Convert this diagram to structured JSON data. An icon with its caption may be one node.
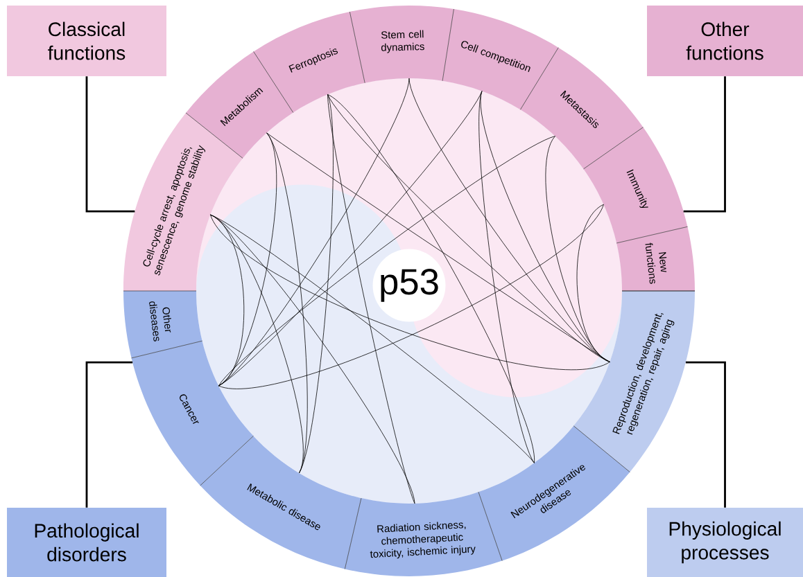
{
  "diagram": {
    "nodes": [
      {
        "text": [
          "Classical functions"
        ]
      },
      {
        "text": [
          "Other functions"
        ]
      },
      {
        "text": [
          "Cell-cycle arrest, apoptosis, senescence, genome stability"
        ]
      },
      {
        "text": [
          "Metabolism"
        ]
      },
      {
        "text": [
          "Ferroptosis"
        ]
      },
      {
        "text": [
          "Stem cell dynamics"
        ]
      },
      {
        "text": [
          "Cell competition"
        ]
      },
      {
        "text": [
          "Metastasis"
        ]
      },
      {
        "text": [
          "Immunity"
        ]
      },
      {
        "text": [
          "New functions"
        ]
      },
      {
        "text": [
          "p53"
        ]
      },
      {
        "text": [
          "Other diseases"
        ]
      },
      {
        "text": [
          "Reproduction, development, regeneration, repair, aging"
        ]
      },
      {
        "text": [
          "Cancer"
        ]
      },
      {
        "text": [
          "Metabolic disease"
        ]
      },
      {
        "text": [
          "Radiation sickness, chemotherapeutic toxicity, ischemic injury"
        ]
      },
      {
        "text": [
          "Neurodegenerative disease"
        ]
      },
      {
        "text": [
          "Pathological disorders"
        ]
      },
      {
        "text": [
          "Physiological processes"
        ]
      }
    ],
    "edges": [
      {
        "from": 0,
        "to": 2,
        "arrow": "none",
        "style": "thick"
      },
      {
        "from": 1,
        "to": 8,
        "arrow": "none",
        "style": "thick"
      },
      {
        "from": 17,
        "to": 13,
        "arrow": "none",
        "style": "thick"
      },
      {
        "from": 18,
        "to": 12,
        "arrow": "none",
        "style": "thick"
      },
      {
        "from": 2,
        "to": 13,
        "arrow": "none"
      },
      {
        "from": 2,
        "to": 14,
        "arrow": "none"
      },
      {
        "from": 2,
        "to": 15,
        "arrow": "none"
      },
      {
        "from": 2,
        "to": 16,
        "arrow": "none"
      },
      {
        "from": 2,
        "to": 12,
        "arrow": "none"
      },
      {
        "from": 3,
        "to": 13,
        "arrow": "none"
      },
      {
        "from": 3,
        "to": 14,
        "arrow": "none"
      },
      {
        "from": 3,
        "to": 12,
        "arrow": "none"
      },
      {
        "from": 4,
        "to": 14,
        "arrow": "none"
      },
      {
        "from": 4,
        "to": 15,
        "arrow": "none"
      },
      {
        "from": 4,
        "to": 16,
        "arrow": "none"
      },
      {
        "from": 4,
        "to": 12,
        "arrow": "none"
      },
      {
        "from": 5,
        "to": 13,
        "arrow": "none"
      },
      {
        "from": 5,
        "to": 12,
        "arrow": "none"
      },
      {
        "from": 6,
        "to": 13,
        "arrow": "none"
      },
      {
        "from": 6,
        "to": 16,
        "arrow": "none"
      },
      {
        "from": 6,
        "to": 12,
        "arrow": "none"
      },
      {
        "from": 7,
        "to": 13,
        "arrow": "none"
      },
      {
        "from": 7,
        "to": 12,
        "arrow": "none"
      },
      {
        "from": 8,
        "to": 13,
        "arrow": "none"
      },
      {
        "from": 8,
        "to": 12,
        "arrow": "none"
      }
    ]
  }
}
